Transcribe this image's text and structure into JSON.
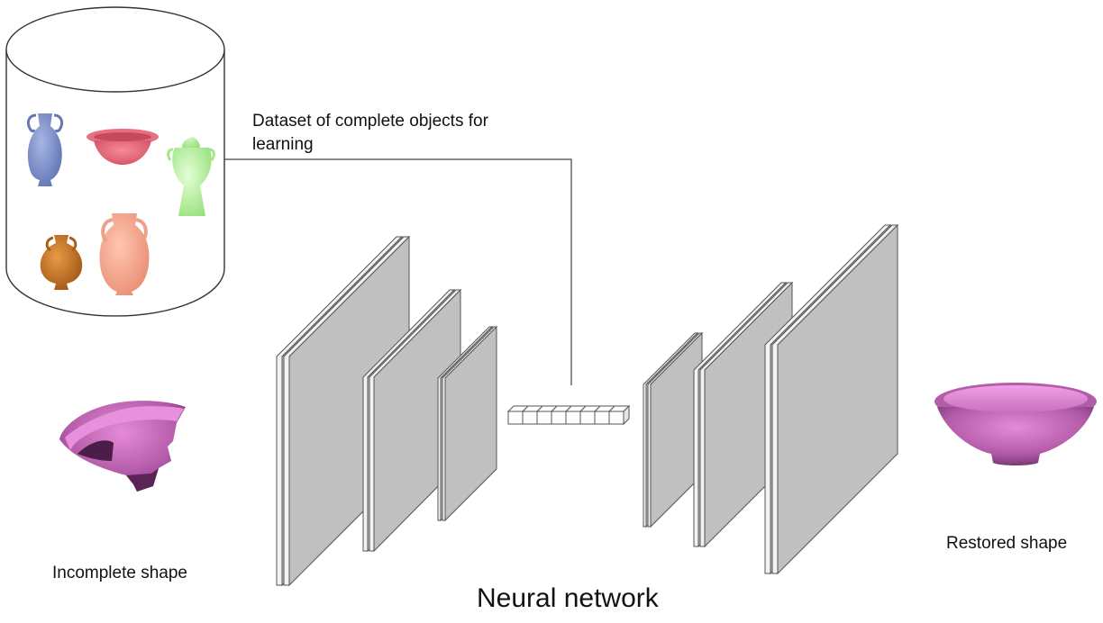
{
  "labels": {
    "dataset": "Dataset of complete objects for learning",
    "incomplete": "Incomplete shape",
    "restored": "Restored shape",
    "network": "Neural network"
  },
  "colors": {
    "layer_front": "#c0c0c0",
    "layer_edge": "#f2f2f2",
    "outline": "#555555",
    "pot_blue": "#7b8fc9",
    "pot_red": "#e56a7a",
    "pot_green": "#b7f5a0",
    "pot_orange": "#c8741f",
    "pot_salmon": "#f5a58c",
    "bowl_pink": "#cc6fc4"
  },
  "encoder_layers": 3,
  "decoder_layers": 3,
  "latent_cells": 8
}
